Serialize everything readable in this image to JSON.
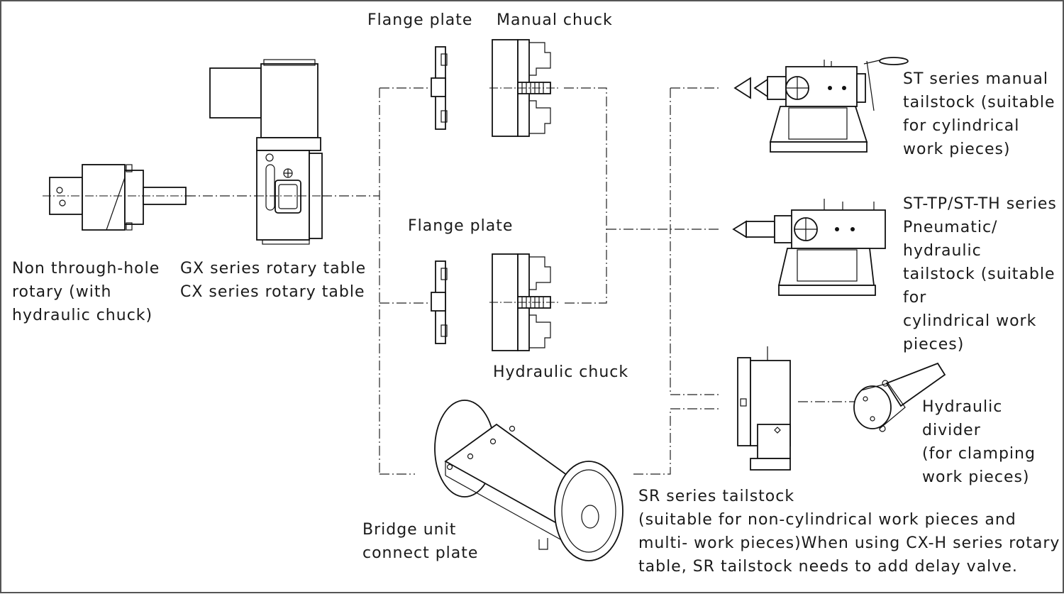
{
  "labels": {
    "non_through_hole_rotary": [
      "Non through-hole",
      "rotary (with",
      "hydraulic chuck)"
    ],
    "rotary_table": [
      "GX series rotary table",
      "CX series rotary table"
    ],
    "flange_plate_top": "Flange plate",
    "manual_chuck": "Manual chuck",
    "flange_plate_mid": "Flange plate",
    "hydraulic_chuck": "Hydraulic chuck",
    "bridge_unit": [
      "Bridge unit",
      "connect plate"
    ],
    "st_manual_tailstock": [
      "ST series manual",
      "tailstock (suitable",
      "for cylindrical",
      "work pieces)"
    ],
    "st_tp_th_tailstock": [
      "ST-TP/ST-TH series",
      "Pneumatic/",
      "hydraulic",
      "tailstock (suitable",
      "for",
      "cylindrical work",
      "pieces)"
    ],
    "hydraulic_divider": [
      "Hydraulic",
      "divider",
      "(for clamping",
      "work pieces)"
    ],
    "sr_tailstock": [
      "SR series tailstock",
      "(suitable for non-cylindrical work pieces and",
      "multi- work pieces)When using CX-H series rotary",
      "table, SR tailstock needs to add delay valve."
    ]
  },
  "icons": {
    "non_through_hole_rotary": "hydraulic-rotary-drawing",
    "rotary_table": "rotary-table-drawing",
    "flange_plate": "flange-plate-drawing",
    "manual_chuck": "manual-chuck-drawing",
    "hydraulic_chuck": "hydraulic-chuck-drawing",
    "bridge_unit": "bridge-unit-drawing",
    "st_manual_tailstock": "manual-tailstock-drawing",
    "st_tp_th_tailstock": "pneumatic-tailstock-drawing",
    "sr_tailstock": "sr-tailstock-drawing",
    "hydraulic_divider": "hydraulic-divider-drawing"
  },
  "colors": {
    "line": "#222222",
    "text": "#1a1a1a",
    "border": "#555555"
  }
}
